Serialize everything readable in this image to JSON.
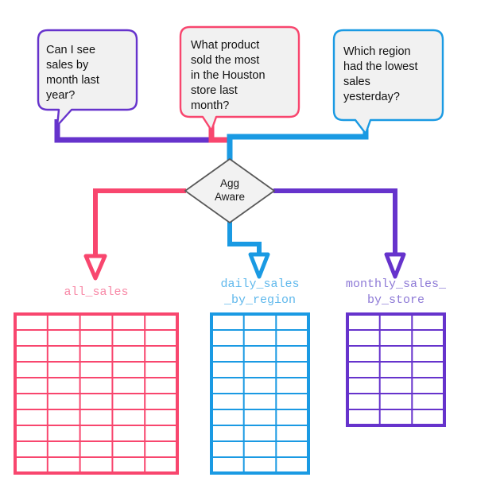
{
  "diagram": {
    "title": "Agg Aware query routing diagram",
    "background": "#ffffff",
    "colors": {
      "purple": "#6633cc",
      "purple_dark": "#5b2fc4",
      "pink": "#f8466e",
      "blue": "#1a9ae3",
      "bubble_fill": "#f1f1f1",
      "diamond_fill": "#f2f2f2",
      "diamond_stroke": "#595959",
      "text": "#111111",
      "label_pink": "#f888a6",
      "label_blue": "#5fb8ec",
      "label_purple": "#8d79d6"
    },
    "questions": [
      {
        "id": "question-month-sales",
        "text": "Can I see\nsales by\nmonth last\nyear?",
        "color": "#6633cc"
      },
      {
        "id": "question-houston-product",
        "text": "What product\nsold the most\nin the Houston\nstore last\nmonth?",
        "color": "#f8466e"
      },
      {
        "id": "question-lowest-region",
        "text": "Which region\nhad the lowest\nsales\nyesterday?",
        "color": "#1a9ae3"
      }
    ],
    "router": {
      "id": "agg-aware-node",
      "label": "Agg\nAware",
      "shape": "diamond"
    },
    "tables": [
      {
        "id": "table-all-sales",
        "label": "all_sales",
        "color": "#f8466e",
        "label_color": "#f888a6",
        "columns": 5,
        "rows": 10
      },
      {
        "id": "table-daily-sales-by-region",
        "label": "daily_sales\n_by_region",
        "color": "#1a9ae3",
        "label_color": "#5fb8ec",
        "columns": 3,
        "rows": 10
      },
      {
        "id": "table-monthly-sales-by-store",
        "label": "monthly_sales_\nby_store",
        "color": "#6633cc",
        "label_color": "#8d79d6",
        "columns": 3,
        "rows": 7
      }
    ]
  }
}
